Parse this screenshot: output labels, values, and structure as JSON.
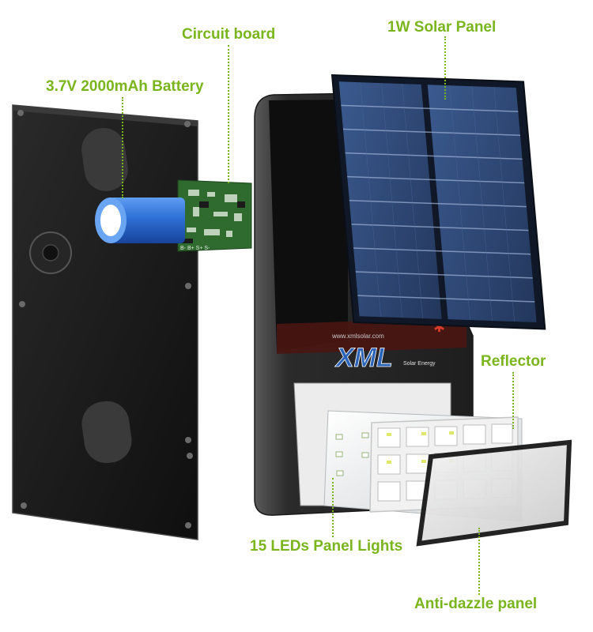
{
  "colors": {
    "label": "#7ab51d",
    "housing": "#2b2b2b",
    "back_plate": "#1b1b1b",
    "solar_cell": "#2d4470",
    "battery": "#2e6fd6",
    "pcb": "#2f6b2f",
    "logo": "#2a63b8"
  },
  "callouts": {
    "circuit_board": "Circuit board",
    "solar_panel": "1W Solar Panel",
    "battery": "3.7V 2000mAh Battery",
    "reflector": "Reflector",
    "led_panel": "15 LEDs Panel Lights",
    "anti_dazzle": "Anti-dazzle panel"
  },
  "product": {
    "logo_text": "XML",
    "logo_url_text": "www.xmlsolar.com",
    "logo_slogan": "Solar Energy",
    "pcb_marking": "B- B+ S+ S-"
  }
}
